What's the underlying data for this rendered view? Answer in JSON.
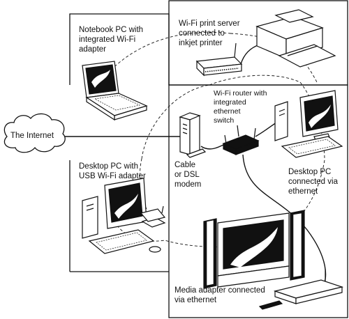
{
  "diagram": {
    "labels": {
      "internet": "The Internet",
      "notebook": "Notebook PC with\nintegrated Wi-Fi\nadapter",
      "print_server": "Wi-Fi print server\nconnected to\ninkjet printer",
      "router": "Wi-Fi router with\nintegrated\nethernet\nswitch",
      "modem": "Cable\nor DSL\nmodem",
      "desktop_usb": "Desktop PC with\nUSB Wi-Fi adapter",
      "desktop_eth": "Desktop PC\nconnected via\nethernet",
      "media": "Media adapter connected\nvia ethernet"
    },
    "nodes": [
      {
        "id": "internet",
        "kind": "cloud",
        "icon": "cloud-icon"
      },
      {
        "id": "notebook",
        "kind": "device",
        "icon": "laptop-icon"
      },
      {
        "id": "print_server",
        "kind": "device",
        "icon": "print-server-icon"
      },
      {
        "id": "printer",
        "kind": "device",
        "icon": "printer-icon"
      },
      {
        "id": "router",
        "kind": "device",
        "icon": "router-icon"
      },
      {
        "id": "modem",
        "kind": "device",
        "icon": "modem-icon"
      },
      {
        "id": "desktop_usb",
        "kind": "device",
        "icon": "desktop-pc-icon"
      },
      {
        "id": "desktop_eth",
        "kind": "device",
        "icon": "desktop-pc-icon"
      },
      {
        "id": "media_adapter",
        "kind": "device",
        "icon": "media-adapter-icon"
      },
      {
        "id": "tv",
        "kind": "device",
        "icon": "tv-speakers-icon"
      }
    ],
    "wired_links": [
      [
        "internet",
        "modem"
      ],
      [
        "modem",
        "router"
      ],
      [
        "router",
        "desktop_eth"
      ],
      [
        "router",
        "media_adapter"
      ],
      [
        "print_server",
        "printer"
      ],
      [
        "media_adapter",
        "tv"
      ]
    ],
    "wireless_links": [
      [
        "router",
        "notebook"
      ],
      [
        "router",
        "print_server"
      ],
      [
        "router",
        "desktop_usb"
      ],
      [
        "router",
        "desktop_eth"
      ],
      [
        "router",
        "tv"
      ]
    ],
    "colors": {
      "line": "#111111",
      "screen": "#111111",
      "body": "#ffffff"
    }
  }
}
